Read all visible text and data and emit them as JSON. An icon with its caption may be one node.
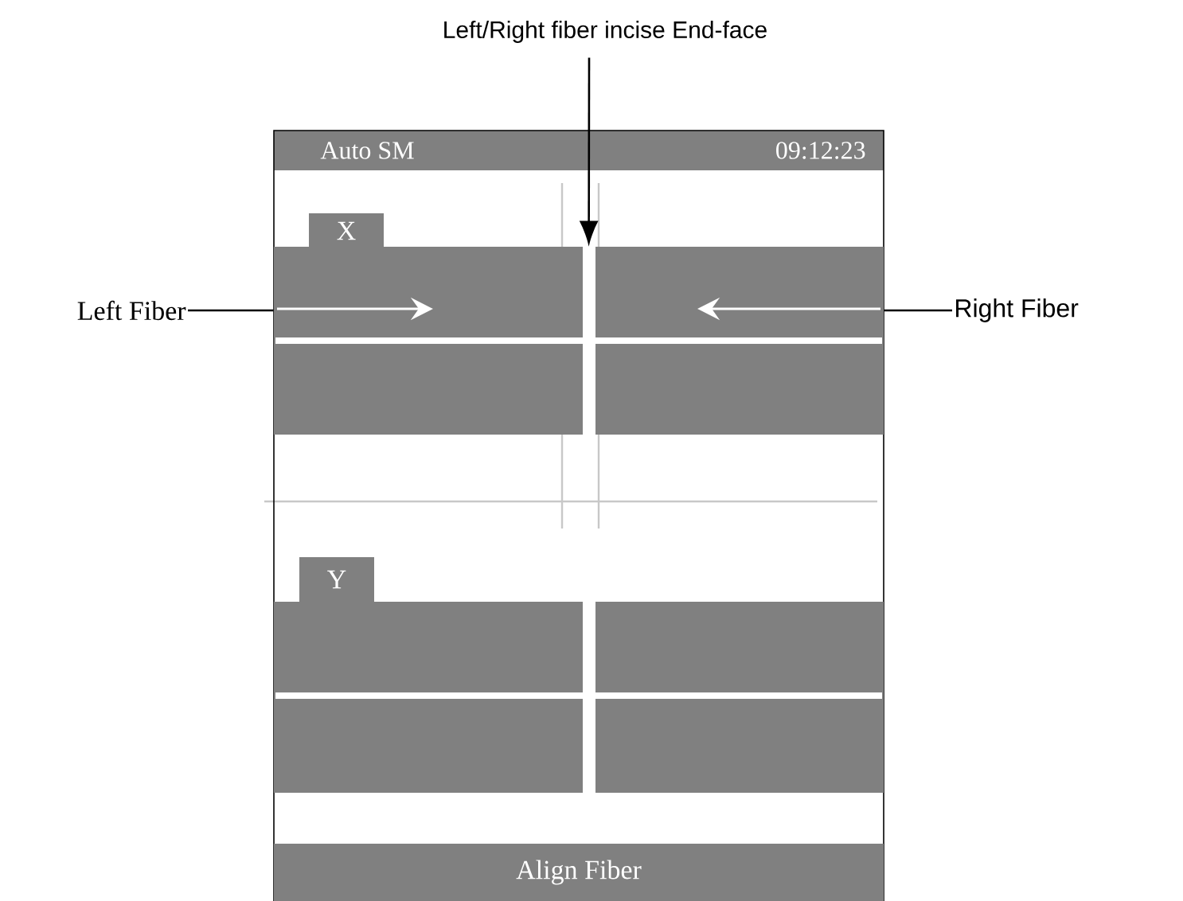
{
  "diagram": {
    "nodes": [
      {
        "text": [
          "Left/Right fiber incise End-face"
        ]
      },
      {
        "text": [],
        "shape": "box"
      },
      {
        "text": [
          "Auto SM"
        ],
        "in": 1
      },
      {
        "text": [
          "09:12:23"
        ],
        "in": 1
      },
      {
        "text": [
          "X"
        ],
        "in": 1
      },
      {
        "text": [],
        "shape": "bar",
        "in": 1
      },
      {
        "text": [],
        "shape": "bar",
        "in": 1
      },
      {
        "text": [
          "Left Fiber"
        ]
      },
      {
        "text": [
          "Right Fiber"
        ]
      },
      {
        "text": [
          "Y"
        ],
        "in": 1
      },
      {
        "text": [],
        "shape": "bar",
        "in": 1
      },
      {
        "text": [],
        "shape": "bar",
        "in": 1
      },
      {
        "text": [
          "Align Fiber"
        ],
        "in": 1
      }
    ],
    "edges": [
      {
        "from": 0,
        "to": 6,
        "arrow": "to"
      },
      {
        "from": 7,
        "to": 5,
        "arrow": "none"
      },
      {
        "from": 8,
        "to": 6,
        "arrow": "none"
      }
    ]
  }
}
